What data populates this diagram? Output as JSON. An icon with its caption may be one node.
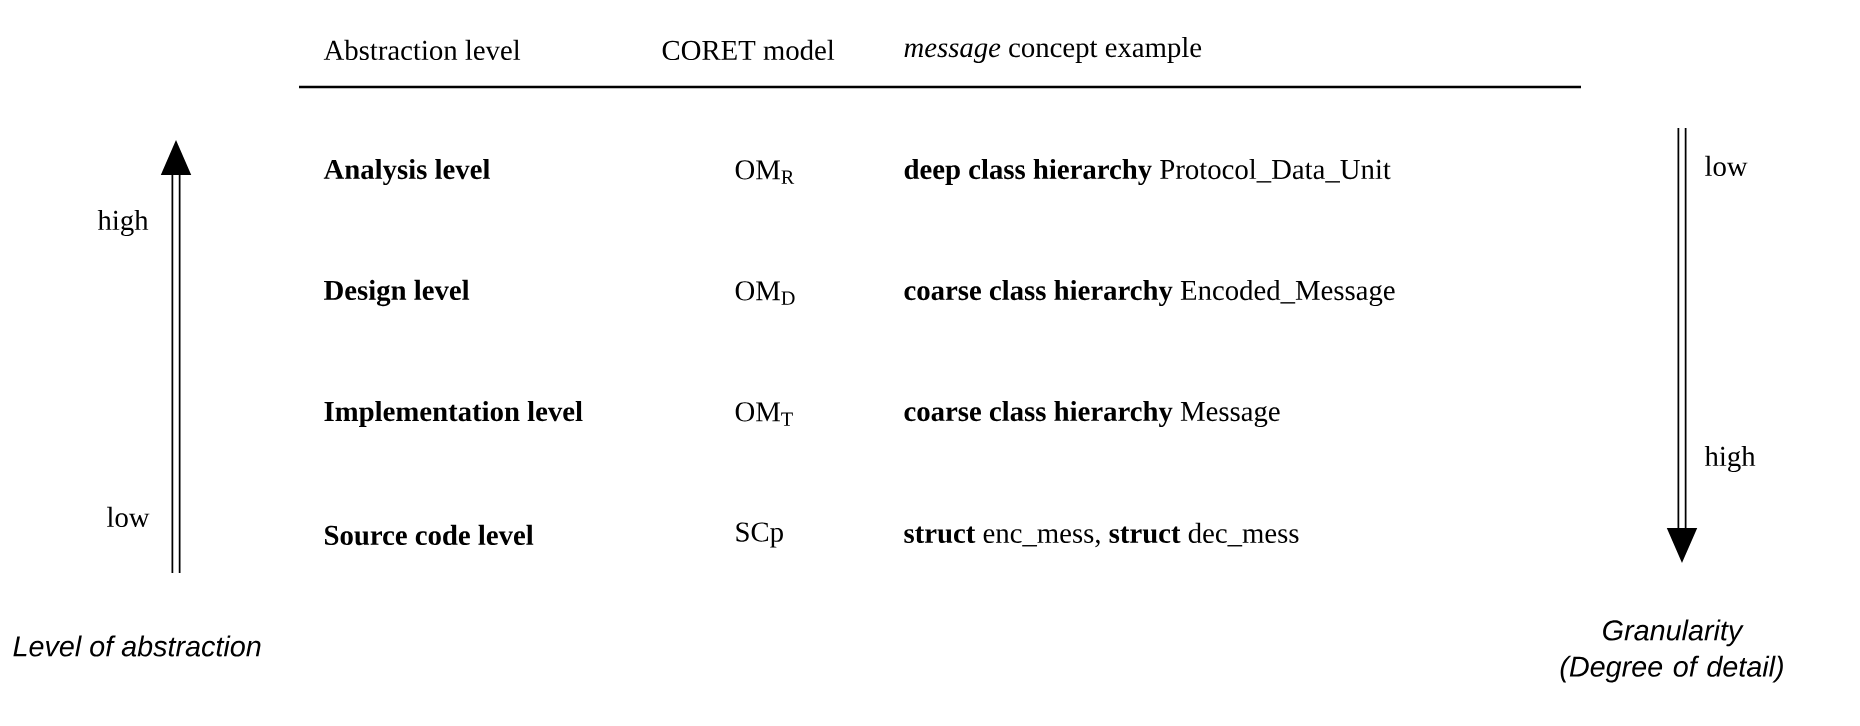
{
  "diagram": {
    "labels": [
      "Abstraction level",
      "CORET model",
      "*message* concept example",
      "Analysis level",
      "OM$_{R}$",
      "**deep class hierarchy** Protocol_Data_Unit",
      "Design level",
      "OM$_{D}$",
      "**coarse class hierarchy** Encoded_Message",
      "Implementation level",
      "OM$_{T}$",
      "**coarse class hierarchy** Message",
      "Source code level",
      "SCp",
      "**struct** enc_mess, **struct** dec_mess",
      "high",
      "low",
      "Level of abstraction",
      "low",
      "high",
      "Granularity (Degree of detail)"
    ]
  }
}
